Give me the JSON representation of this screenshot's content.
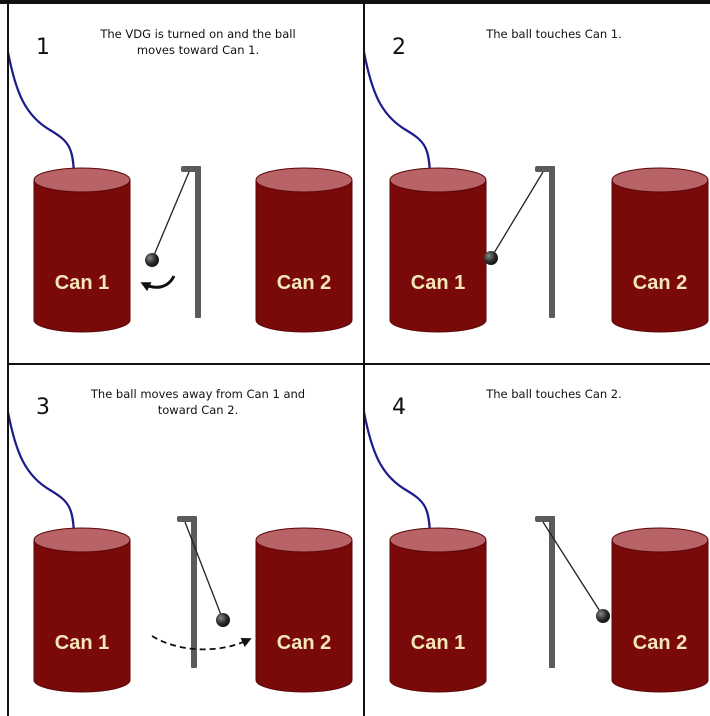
{
  "colors": {
    "can_body": "#7a0a0a",
    "can_top": "#b76367",
    "can_edge": "#5a0606",
    "can_label": "#f3e6b8",
    "wire": "#1c1c8a",
    "stand": "#5b5b5b",
    "ball": "#2a2a2a",
    "border": "#111111"
  },
  "panels": [
    {
      "step": "1",
      "caption": [
        "The VDG is turned on and the ball",
        "moves toward Can 1."
      ],
      "can1": "Can 1",
      "can2": "Can 2",
      "arrow": "curved-left-arrow"
    },
    {
      "step": "2",
      "caption": [
        "The ball touches Can 1."
      ],
      "can1": "Can 1",
      "can2": "Can 2",
      "arrow": ""
    },
    {
      "step": "3",
      "caption": [
        "The ball moves away from Can 1 and",
        "toward Can 2."
      ],
      "can1": "Can 1",
      "can2": "Can 2",
      "arrow": "dashed-right-arrow"
    },
    {
      "step": "4",
      "caption": [
        "The ball touches Can 2."
      ],
      "can1": "Can 1",
      "can2": "Can 2",
      "arrow": ""
    }
  ]
}
